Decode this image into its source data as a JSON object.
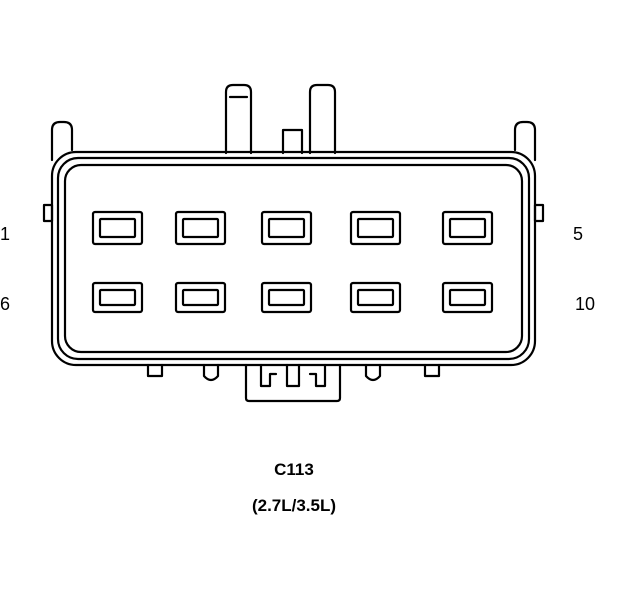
{
  "connector": {
    "id": "C113",
    "variant": "(2.7L/3.5L)"
  },
  "pin_labels": {
    "top_left": "1",
    "top_right": "5",
    "bottom_left": "6",
    "bottom_right": "10"
  },
  "colors": {
    "line": "#000000",
    "background": "#ffffff"
  }
}
